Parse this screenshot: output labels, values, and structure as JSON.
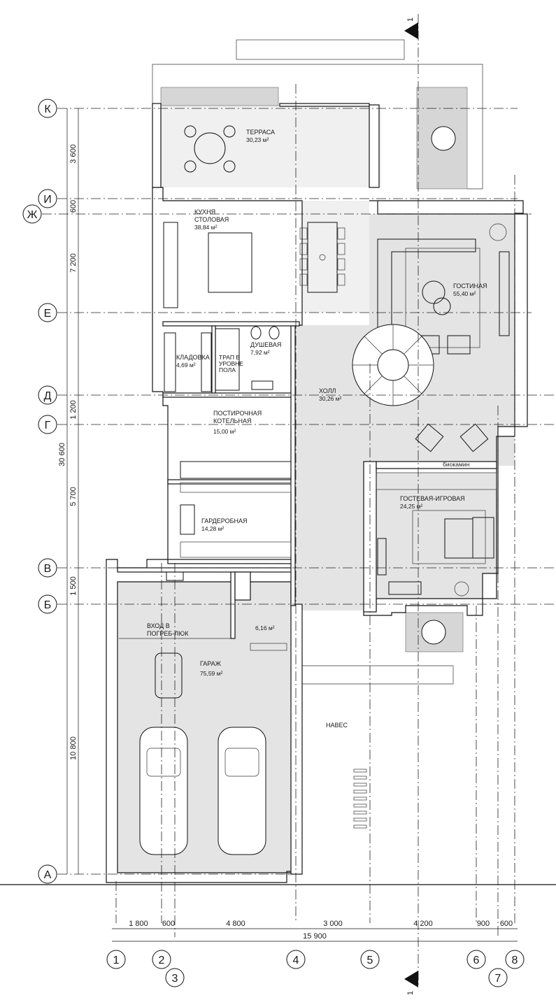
{
  "axes": {
    "letters": [
      {
        "id": "A",
        "label": "А"
      },
      {
        "id": "B",
        "label": "Б"
      },
      {
        "id": "V",
        "label": "В"
      },
      {
        "id": "G",
        "label": "Г"
      },
      {
        "id": "D",
        "label": "Д"
      },
      {
        "id": "E",
        "label": "Е"
      },
      {
        "id": "ZH",
        "label": "Ж"
      },
      {
        "id": "I",
        "label": "И"
      },
      {
        "id": "K",
        "label": "К"
      }
    ],
    "numbers": [
      {
        "id": "1",
        "label": "1"
      },
      {
        "id": "2",
        "label": "2"
      },
      {
        "id": "3",
        "label": "3"
      },
      {
        "id": "4",
        "label": "4"
      },
      {
        "id": "5",
        "label": "5"
      },
      {
        "id": "6",
        "label": "6"
      },
      {
        "id": "7",
        "label": "7"
      },
      {
        "id": "8",
        "label": "8"
      }
    ]
  },
  "dimensions": {
    "vertical_segments": [
      "10 800",
      "1 500",
      "5 700",
      "1 200",
      "7 200",
      "600",
      "3 600"
    ],
    "vertical_total": "30 600",
    "horizontal_segments": [
      "1 800",
      "600",
      "4 800",
      "3 000",
      "4 200",
      "900",
      "600"
    ],
    "horizontal_total": "15 900"
  },
  "section_marks": {
    "top": "1",
    "bottom": "1"
  },
  "rooms": {
    "terrace": {
      "name": "ТЕРРАСА",
      "area": "30,23 м²"
    },
    "kitchen": {
      "name1": "КУХНЯ",
      "name2": "СТОЛОВАЯ",
      "area": "38,84 м²"
    },
    "living": {
      "name": "ГОСТИНАЯ",
      "area": "55,40 м²"
    },
    "pantry": {
      "name": "КЛАДОВКА",
      "area": "4,69 м²"
    },
    "shower": {
      "name": "ДУШЕВАЯ",
      "area": "7,92 м²",
      "note1": "ТРАП В",
      "note2": "УРОВНЕ",
      "note3": "ПОЛА"
    },
    "hall": {
      "name": "ХОЛЛ",
      "area": "30,26 м²"
    },
    "laundry": {
      "name1": "ПОСТИРОЧНАЯ",
      "name2": "КОТЕЛЬНАЯ",
      "area": "15,00 м²"
    },
    "wardrobe": {
      "name": "ГАРДЕРОБНАЯ",
      "area": "14,28 м²"
    },
    "guest": {
      "name": "ГОСТЕВАЯ-ИГРОВАЯ",
      "area": "24,25 м²"
    },
    "fireplace": {
      "name": "биокамин"
    },
    "small": {
      "area": "6,16 м²"
    },
    "cellar": {
      "name1": "ВХОД В",
      "name2": "ПОГРЕБ-ЛЮК"
    },
    "garage": {
      "name": "ГАРАЖ",
      "area": "75,59 м²"
    },
    "canopy": {
      "name": "НАВЕС"
    }
  }
}
